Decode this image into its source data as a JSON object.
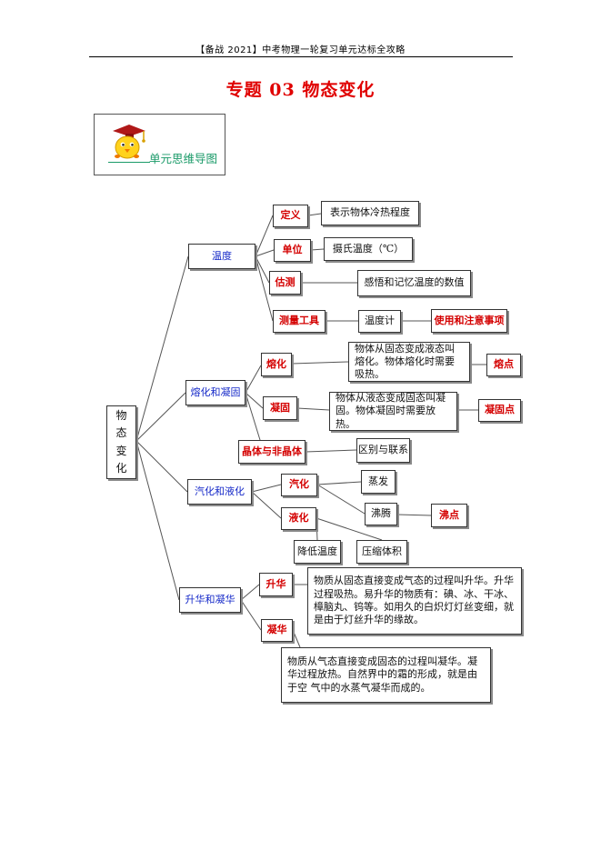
{
  "header": {
    "text": "【备战 2021】中考物理一轮复习单元达标全攻略"
  },
  "title": "专题 03  物态变化",
  "badge": {
    "label": "单元思维导图",
    "icon": "graduate-chick-icon"
  },
  "mindmap": {
    "root": {
      "chars": [
        "物",
        "态",
        "变",
        "化"
      ]
    },
    "temperature": {
      "label": "温度",
      "definition": {
        "label": "定义",
        "desc": "表示物体冷热程度"
      },
      "unit": {
        "label": "单位",
        "desc": "摄氏温度（℃）"
      },
      "estimate": {
        "label": "估测",
        "desc": "感悟和记忆温度的数值"
      },
      "measure": {
        "label": "测量工具",
        "tool": "温度计",
        "note": "使用和注意事项"
      }
    },
    "melting_solidifying": {
      "label": "熔化和凝固",
      "melting": {
        "label": "熔化",
        "desc": "物体从固态变成液态叫熔化。物体熔化时需要吸热。",
        "point": "熔点"
      },
      "solidifying": {
        "label": "凝固",
        "desc": "物体从液态变成固态叫凝固。物体凝固时需要放热。",
        "point": "凝固点"
      },
      "crystal": {
        "label": "晶体与非晶体",
        "desc": "区别与联系"
      }
    },
    "vaporize_liquefy": {
      "label": "汽化和液化",
      "vaporize": {
        "label": "汽化",
        "evaporation": "蒸发",
        "boiling": "沸腾",
        "boiling_point": "沸点"
      },
      "liquefy": {
        "label": "液化",
        "lower_temp": "降低温度",
        "compress": "压缩体积"
      }
    },
    "sublimate_deposit": {
      "label": "升华和凝华",
      "sublimation": {
        "label": "升华",
        "desc": "物质从固态直接变成气态的过程叫升华。升华过程吸热。易升华的物质有：碘、冰、干冰、樟脑丸、钨等。如用久的白炽灯灯丝变细，就是由于灯丝升华的缘故。"
      },
      "deposition": {
        "label": "凝华",
        "desc": "物质从气态直接变成固态的过程叫凝华。凝华过程放热。自然界中的霜的形成，就是由于空  气中的水蒸气凝华而成的。"
      }
    }
  },
  "colors": {
    "title": "#e00000",
    "branch": "#1428c8",
    "leaf": "#d40000",
    "badge": "#1a9a68"
  }
}
